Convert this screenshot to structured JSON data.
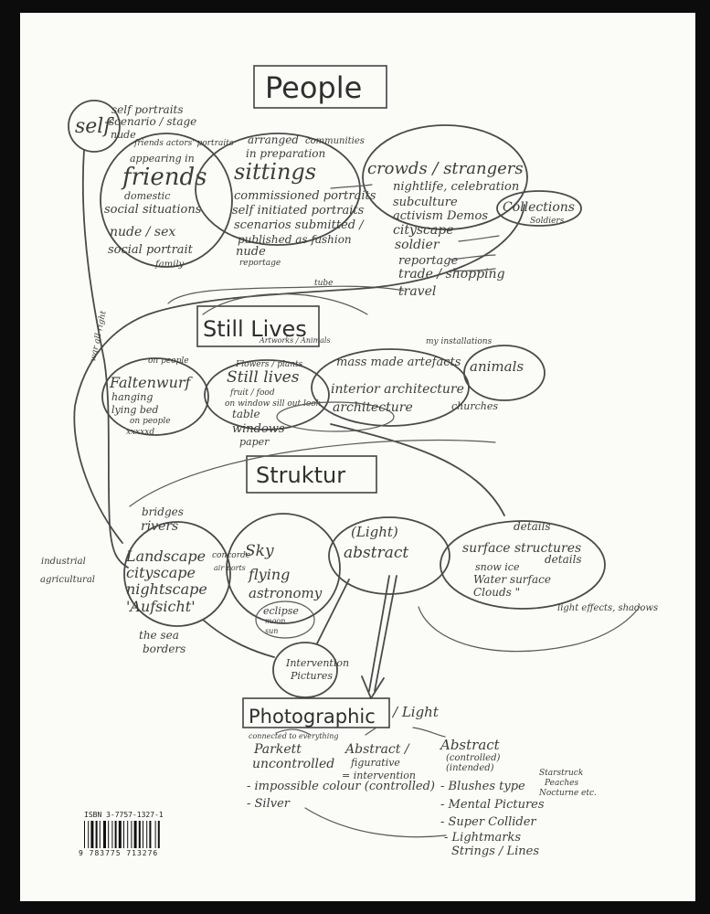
{
  "headings": {
    "people": "People",
    "still_lives": "Still Lives",
    "still_lives_sub": "Artworks / Animals",
    "struktur": "Struktur",
    "photographic": "Photographic",
    "photographic_suffix": "/ Light"
  },
  "nodes": {
    "self": "self",
    "self_notes": [
      "self portraits",
      "scenario / stage",
      "nude"
    ],
    "friends_top": [
      "friends   actors'   portraits",
      "appearing in"
    ],
    "friends": "friends",
    "friends_list": [
      "domestic",
      "social situations",
      "nude / sex",
      "social portrait",
      "family"
    ],
    "sittings_top": [
      "arranged",
      "in preparation"
    ],
    "sittings": "sittings",
    "sittings_list": [
      "commissioned portraits",
      "self initiated portraits",
      "scenarios submitted /",
      "published  as fashion",
      "nude",
      "reportage"
    ],
    "communities": "communities",
    "crowds": "crowds / strangers",
    "crowds_list": [
      "nightlife, celebration",
      "subculture",
      "activism  Demos",
      "cityscape",
      "soldier",
      "reportage",
      "trade / shopping",
      "travel"
    ],
    "collections": "Collections",
    "collections_sub": "Soldiers",
    "tube": "tube",
    "war_all_right": "war all right",
    "mass_reflections": "my installations",
    "faltenwurf_top": "on people",
    "faltenwurf": "Faltenwurf",
    "faltenwurf_list": [
      "hanging",
      "lying   bed",
      "on people",
      "xxxxxd"
    ],
    "still_lives_top": "Flowers / plants",
    "still_lives_node": "Still lives",
    "still_lives_list": [
      "fruit / food",
      "on window sill  out look",
      "table",
      "windows",
      "paper"
    ],
    "mass_made": "mass made artefacts",
    "interior": "interior architecture",
    "architecture": "architecture",
    "churches": "churches",
    "animals": "animals",
    "bridges": "bridges",
    "rivers": "rivers",
    "industrial": "industrial",
    "agricultural": "agricultural",
    "landscape_list": [
      "Landscape",
      "cityscape",
      "nightscape",
      "'Aufsicht'"
    ],
    "the_sea": [
      "the sea",
      "borders"
    ],
    "concorde": "concorde",
    "airports": "air ports",
    "sky_list": [
      "Sky",
      "flying",
      "astronomy"
    ],
    "eclipse": [
      "eclipse",
      "moon",
      "sun"
    ],
    "light_abstract": [
      "(Light)",
      "abstract"
    ],
    "details_top": "details",
    "surface": [
      "surface structures",
      "details"
    ],
    "surface_list": [
      "snow ice",
      "Water surface",
      "Clouds    \""
    ],
    "light_effects": "light effects, shadows",
    "intervention": [
      "Intervention",
      "Pictures"
    ],
    "connected": "connected to everything",
    "parkett": [
      "Parkett",
      "uncontrolled"
    ],
    "abstract_fig": [
      "Abstract /",
      "figurative",
      "= intervention"
    ],
    "abstract_ctrl": [
      "Abstract",
      "(controlled)",
      "(intended)"
    ],
    "left_list": [
      "- impossible colour  (controlled)",
      "- Silver"
    ],
    "right_list": [
      "- Blushes type",
      "- Mental Pictures",
      "- Super Collider",
      "- Lightmarks",
      "Strings / Lines"
    ],
    "starstruck": [
      "Starstruck",
      "Peaches",
      "Nocturne etc."
    ]
  },
  "isbn": {
    "label": "ISBN 3-7757-1327-1",
    "barcode_digits": "9 783775 713276"
  },
  "colors": {
    "background": "#0c0c0c",
    "paper": "#fbfbf8",
    "ink": "#3c3c3c"
  }
}
